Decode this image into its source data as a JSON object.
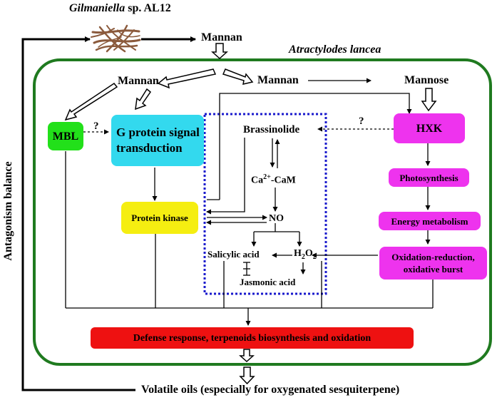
{
  "header": {
    "organism_genus": "Gilmaniella",
    "organism_rest": " sp. AL12",
    "mannan_top": "Mannan",
    "host": "Atractylodes lancea"
  },
  "side_label": "Antagonism balance",
  "nodes": {
    "mannan_left": "Mannan",
    "mannan_mid": "Mannan",
    "mannose": "Mannose",
    "mbl": "MBL",
    "g_protein_line1": "G protein signal",
    "g_protein_line2": "transduction",
    "hxk": "HXK",
    "protein_kinase": "Protein kinase",
    "photosynthesis": "Photosynthesis",
    "energy_metabolism": "Energy metabolism",
    "oxidation_line1": "Oxidation-reduction,",
    "oxidation_line2": "oxidative burst",
    "brassinolide": "Brassinolide",
    "ca_prefix": "Ca",
    "ca_sup": "2+",
    "ca_suffix": "-CaM",
    "no": "NO",
    "salicylic": "Salicylic acid",
    "h2o2_h": "H",
    "h2o2_2a": "2",
    "h2o2_o": "O",
    "h2o2_2b": "2",
    "jasmonic": "Jasmonic acid",
    "question1": "?",
    "question2": "?",
    "defense": "Defense response, terpenoids biosynthesis and oxidation",
    "volatile": "Volatile oils (especially for oxygenated sesquiterpene)"
  },
  "colors": {
    "outer_frame": "#1f7a1f",
    "dotted_box": "#1a1acc",
    "mbl": "#22e01a",
    "g_protein": "#33d9ee",
    "hxk": "#ee33ee",
    "protein_kinase": "#f5ee11",
    "defense": "#ee1111",
    "fungus": "#8b5a3c"
  }
}
